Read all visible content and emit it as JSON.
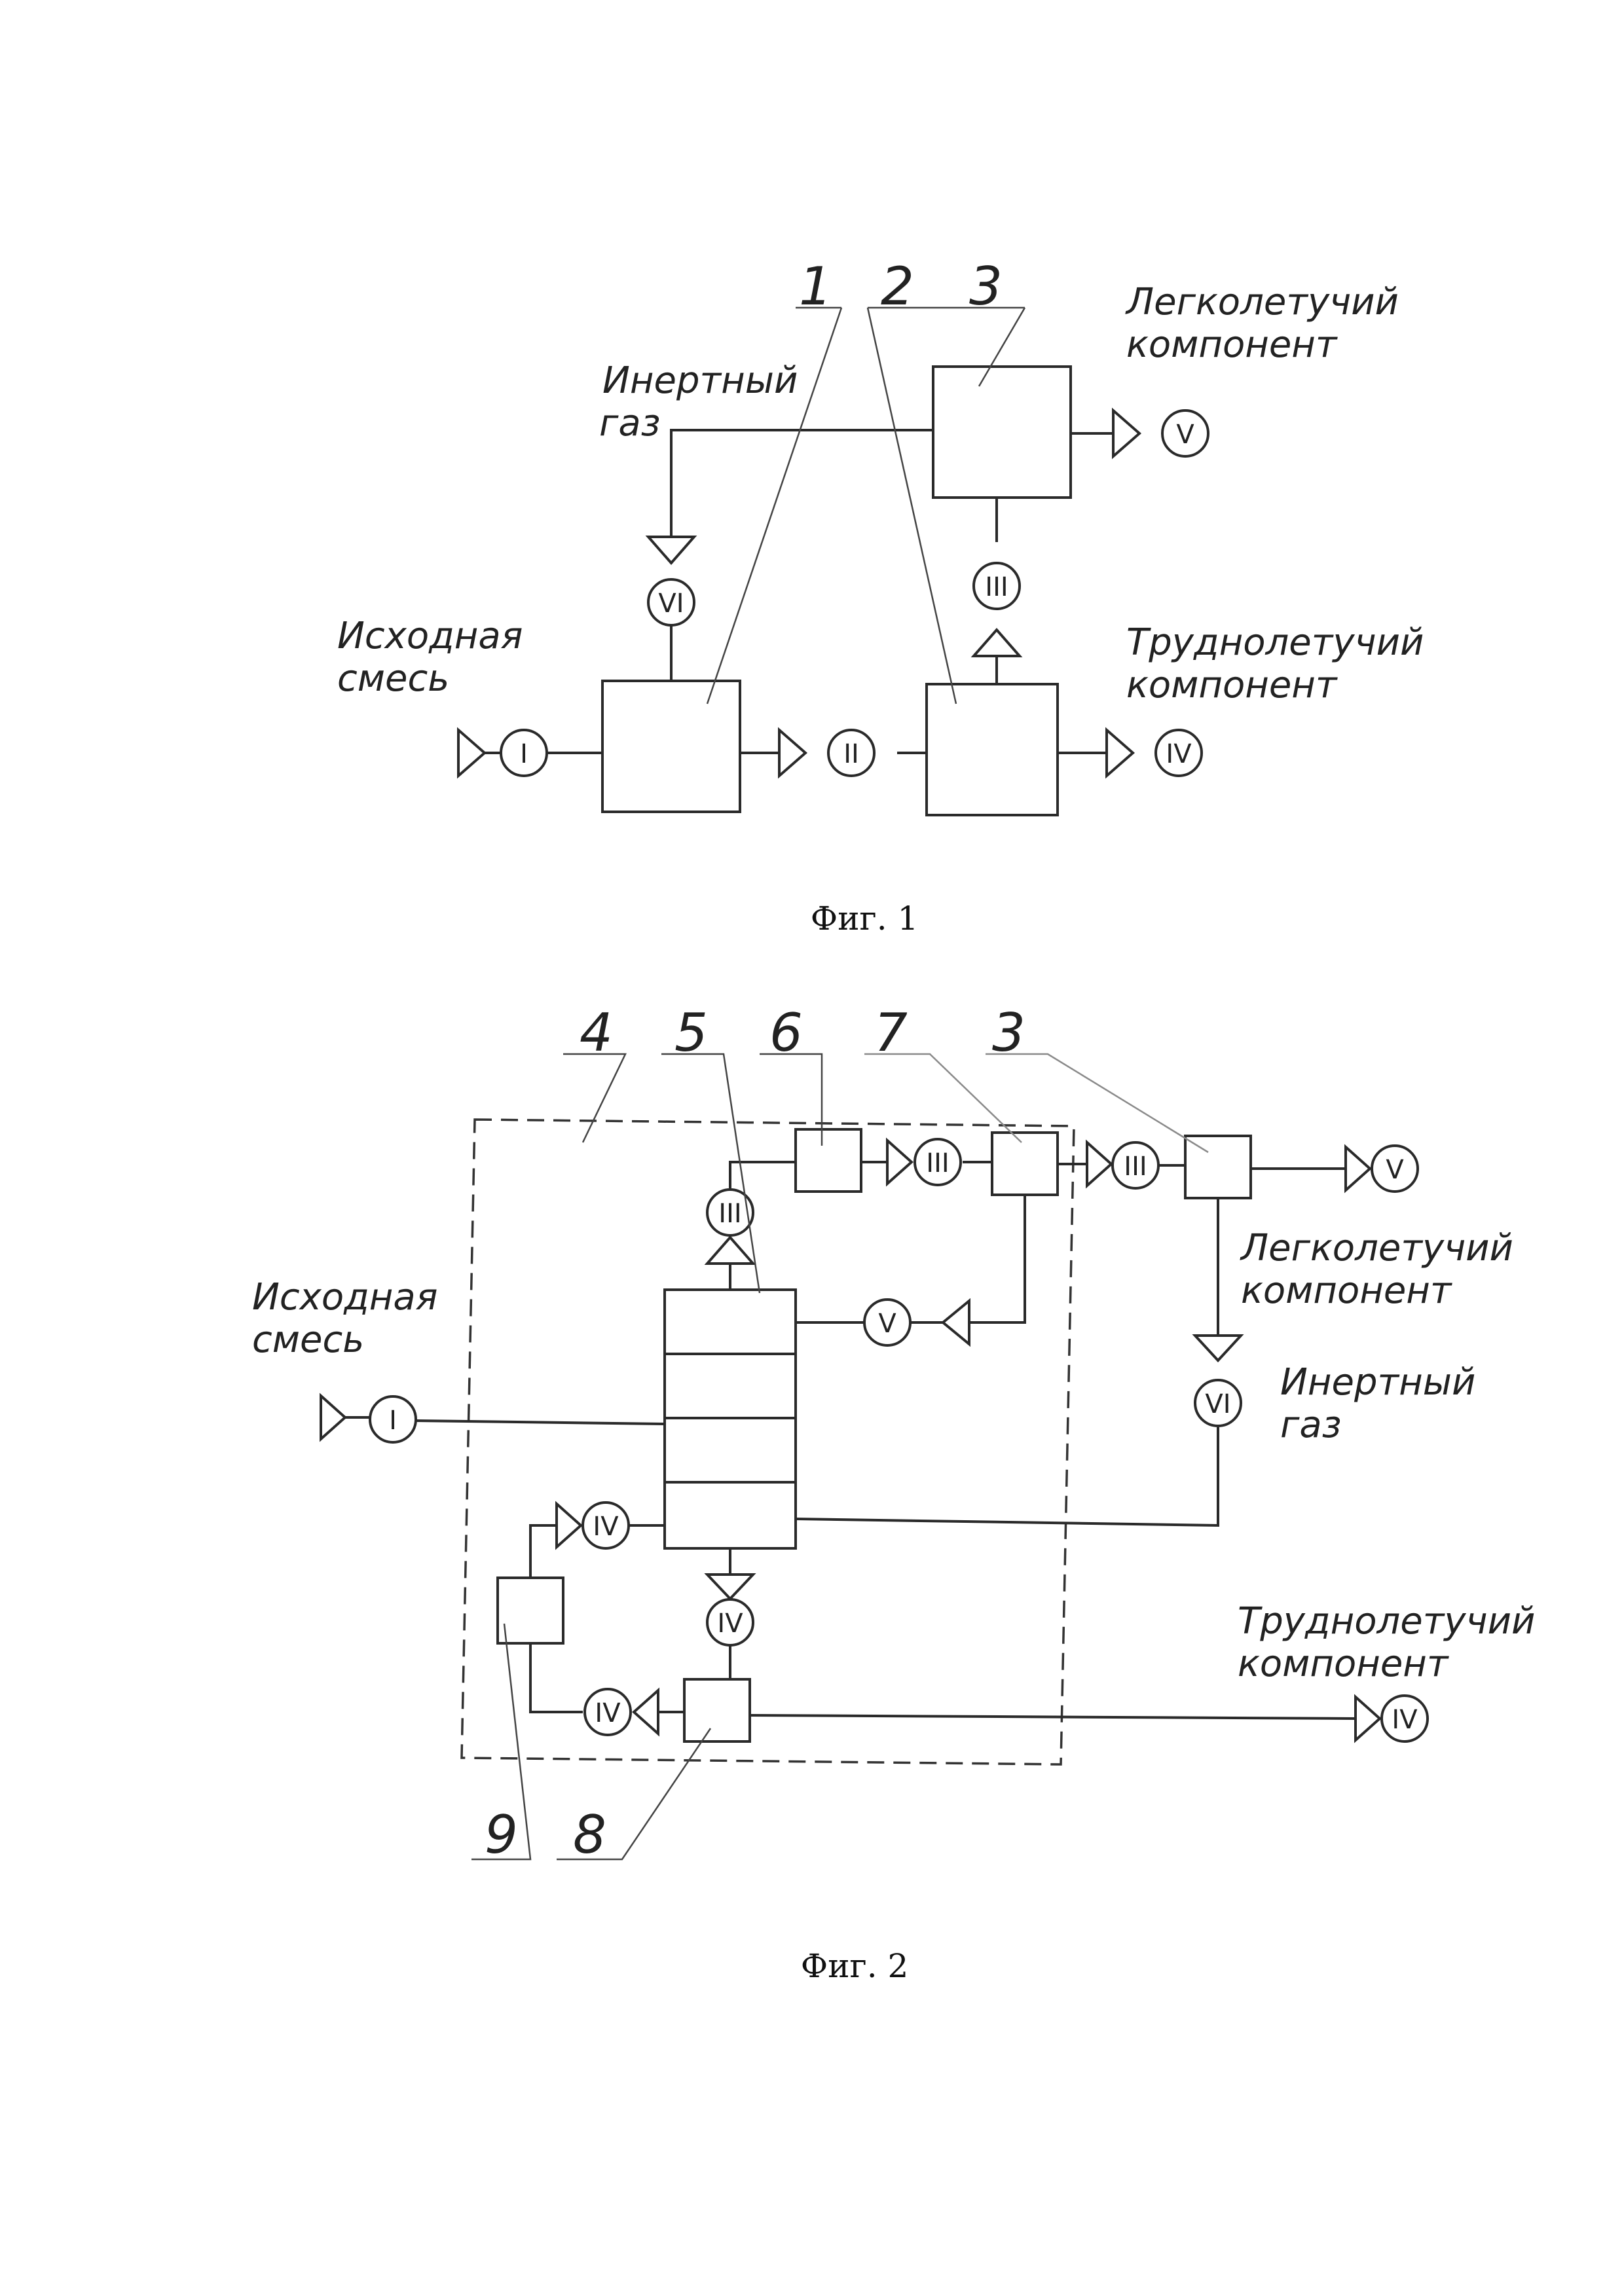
{
  "fig1": {
    "caption": "Фиг. 1",
    "labels": {
      "inert_gas_1": "Инертный",
      "inert_gas_2": "газ",
      "volatile_1": "Легколетучий",
      "volatile_2": "компонент",
      "feed_1": "Исходная",
      "feed_2": "смесь",
      "heavy_1": "Труднолетучий",
      "heavy_2": "компонент"
    },
    "numbers": {
      "n1": "1",
      "n2": "2",
      "n3": "3"
    },
    "streams": {
      "s1": "I",
      "s2": "II",
      "s3": "III",
      "s4": "IV",
      "s5": "V",
      "s6": "VI"
    }
  },
  "fig2": {
    "caption": "Фиг. 2",
    "labels": {
      "feed_1": "Исходная",
      "feed_2": "смесь",
      "volatile_1": "Легколетучий",
      "volatile_2": "компонент",
      "inert_gas_1": "Инертный",
      "inert_gas_2": "газ",
      "heavy_1": "Труднолетучий",
      "heavy_2": "компонент"
    },
    "numbers": {
      "n4": "4",
      "n5": "5",
      "n6": "6",
      "n7": "7",
      "n3": "3",
      "n9": "9",
      "n8": "8"
    },
    "streams": {
      "s1": "I",
      "s3a": "III",
      "s3b": "III",
      "s3c": "III",
      "s5a": "V",
      "s5b": "V",
      "s6": "VI",
      "s4a": "IV",
      "s4b": "IV",
      "s4c": "IV",
      "s4d": "IV"
    }
  }
}
